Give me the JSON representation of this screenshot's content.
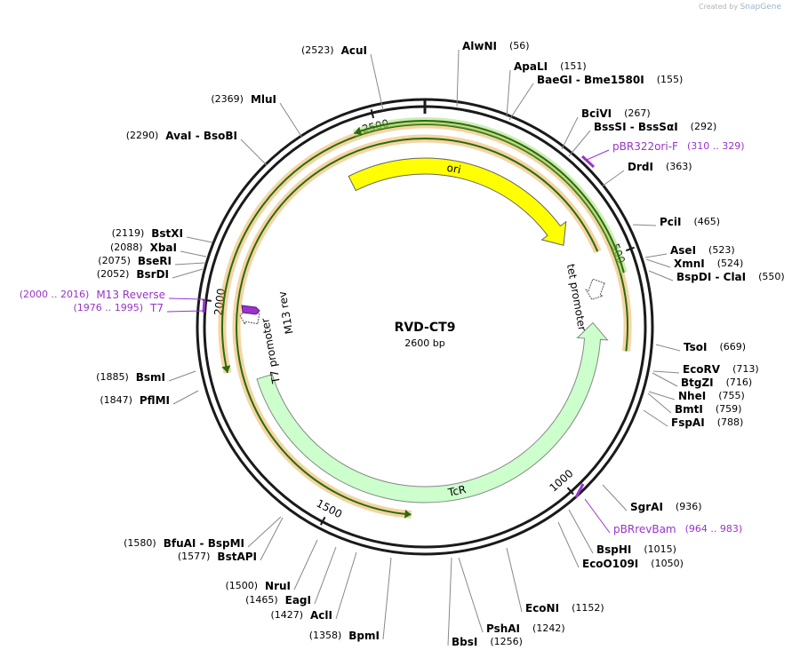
{
  "credit": {
    "prefix": "Created by",
    "brand": "SnapGene"
  },
  "plasmid": {
    "name": "RVD-CT9",
    "length": 2600,
    "size_label": "2600 bp"
  },
  "colors": {
    "backbone": "#1a1a1a",
    "ori": "#ffff00",
    "tcr": "#ccffcc",
    "orf": "#e8a030",
    "orf_arrow": "#2a6a10",
    "primer": "#9933cc",
    "promoter": "#ffffff",
    "label": "#000000"
  },
  "ticks": [
    {
      "pos": 0,
      "label": ""
    },
    {
      "pos": 500,
      "label": "500"
    },
    {
      "pos": 1000,
      "label": "1000"
    },
    {
      "pos": 1500,
      "label": "1500"
    },
    {
      "pos": 2000,
      "label": "2000"
    },
    {
      "pos": 2500,
      "label": "2500"
    }
  ],
  "features": [
    {
      "name": "ori",
      "type": "rep_origin",
      "start": 2406,
      "end": 430,
      "strand": 1
    },
    {
      "name": "TcR",
      "type": "cds",
      "start": 1825,
      "end": 640,
      "strand": -1
    },
    {
      "name": "tet promoter",
      "type": "promoter",
      "start": 580,
      "end": 600,
      "strand": -1
    },
    {
      "name": "T7 promoter",
      "type": "promoter",
      "start": 1960,
      "end": 1980,
      "strand": 1
    },
    {
      "name": "M13 rev",
      "type": "primer_bind",
      "start": 1950,
      "end": 1968,
      "strand": 1
    }
  ],
  "orfs": [
    {
      "start": 1855,
      "end": 700,
      "strand": -1
    },
    {
      "start": 1330,
      "end": 480,
      "strand": -1
    }
  ],
  "sites": [
    {
      "name": "AlwNI",
      "pos": 56,
      "kind": "enzyme"
    },
    {
      "name": "ApaLI",
      "pos": 151,
      "kind": "enzyme"
    },
    {
      "name": "BaeGI - Bme1580I",
      "pos": 155,
      "kind": "enzyme"
    },
    {
      "name": "BciVI",
      "pos": 267,
      "kind": "enzyme"
    },
    {
      "name": "BssSI - BssSαI",
      "pos": 292,
      "kind": "enzyme"
    },
    {
      "name": "pBR322ori-F",
      "pos": 318,
      "range": "310 .. 329",
      "kind": "primer"
    },
    {
      "name": "DrdI",
      "pos": 363,
      "kind": "enzyme"
    },
    {
      "name": "PciI",
      "pos": 465,
      "kind": "enzyme"
    },
    {
      "name": "AseI",
      "pos": 523,
      "kind": "enzyme"
    },
    {
      "name": "XmnI",
      "pos": 524,
      "kind": "enzyme"
    },
    {
      "name": "BspDI - ClaI",
      "pos": 550,
      "kind": "enzyme"
    },
    {
      "name": "TsoI",
      "pos": 669,
      "kind": "enzyme"
    },
    {
      "name": "EcoRV",
      "pos": 713,
      "kind": "enzyme"
    },
    {
      "name": "BtgZI",
      "pos": 716,
      "kind": "enzyme"
    },
    {
      "name": "NheI",
      "pos": 755,
      "kind": "enzyme"
    },
    {
      "name": "BmtI",
      "pos": 759,
      "kind": "enzyme"
    },
    {
      "name": "FspAI",
      "pos": 788,
      "kind": "enzyme"
    },
    {
      "name": "SgrAI",
      "pos": 936,
      "kind": "enzyme"
    },
    {
      "name": "pBRrevBam",
      "pos": 974,
      "range": "964 .. 983",
      "kind": "primer"
    },
    {
      "name": "BspHI",
      "pos": 1015,
      "kind": "enzyme"
    },
    {
      "name": "EcoO109I",
      "pos": 1050,
      "kind": "enzyme"
    },
    {
      "name": "EcoNI",
      "pos": 1152,
      "kind": "enzyme"
    },
    {
      "name": "PshAI",
      "pos": 1242,
      "kind": "enzyme"
    },
    {
      "name": "BbsI",
      "pos": 1256,
      "kind": "enzyme"
    },
    {
      "name": "BpmI",
      "pos": 1358,
      "kind": "enzyme"
    },
    {
      "name": "AclI",
      "pos": 1427,
      "kind": "enzyme"
    },
    {
      "name": "EagI",
      "pos": 1465,
      "kind": "enzyme"
    },
    {
      "name": "NruI",
      "pos": 1500,
      "kind": "enzyme"
    },
    {
      "name": "BstAPI",
      "pos": 1577,
      "kind": "enzyme"
    },
    {
      "name": "BfuAI - BspMI",
      "pos": 1580,
      "kind": "enzyme"
    },
    {
      "name": "PflMI",
      "pos": 1847,
      "kind": "enzyme"
    },
    {
      "name": "BsmI",
      "pos": 1885,
      "kind": "enzyme"
    },
    {
      "name": "T7",
      "pos": 1985,
      "range": "1976 .. 1995",
      "kind": "primer"
    },
    {
      "name": "M13 Reverse",
      "pos": 2008,
      "range": "2000 .. 2016",
      "kind": "primer"
    },
    {
      "name": "BsrDI",
      "pos": 2052,
      "kind": "enzyme"
    },
    {
      "name": "BseRI",
      "pos": 2075,
      "kind": "enzyme"
    },
    {
      "name": "XbaI",
      "pos": 2088,
      "kind": "enzyme"
    },
    {
      "name": "BstXI",
      "pos": 2119,
      "kind": "enzyme"
    },
    {
      "name": "AvaI - BsoBI",
      "pos": 2290,
      "kind": "enzyme"
    },
    {
      "name": "MluI",
      "pos": 2369,
      "kind": "enzyme"
    },
    {
      "name": "AcuI",
      "pos": 2523,
      "kind": "enzyme"
    }
  ]
}
